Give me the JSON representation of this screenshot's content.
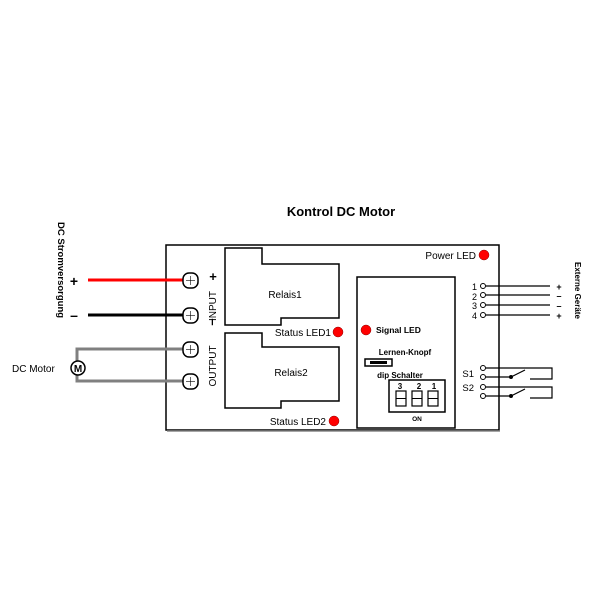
{
  "title": "Kontrol DC Motor",
  "power_supply": {
    "label": "DC Stromversorgung",
    "plus": "+",
    "minus": "–",
    "positive_wire_color": "#ff0000",
    "negative_wire_color": "#000000"
  },
  "motor": {
    "label": "DC Motor",
    "symbol": "M",
    "wire_color": "#808080"
  },
  "input_block": {
    "label": "INPUT",
    "plus": "+",
    "minus": "–"
  },
  "output_block": {
    "label": "OUTPUT"
  },
  "relays": [
    {
      "label": "Relais1"
    },
    {
      "label": "Relais2"
    }
  ],
  "leds": {
    "power": "Power LED",
    "status1": "Status LED1",
    "status2": "Status LED2",
    "signal": "Signal LED",
    "color": "#ff0000"
  },
  "module": {
    "learn_button": "Lernen-Knopf",
    "dip_label": "dip Schalter",
    "dip_numbers": [
      "3",
      "2",
      "1"
    ],
    "dip_on": "ON"
  },
  "external": {
    "label": "Externe Geräte",
    "terminals": [
      "1",
      "2",
      "3",
      "4"
    ],
    "polarity": [
      "+",
      "–",
      "–",
      "+"
    ]
  },
  "switches": [
    "S1",
    "S2"
  ]
}
